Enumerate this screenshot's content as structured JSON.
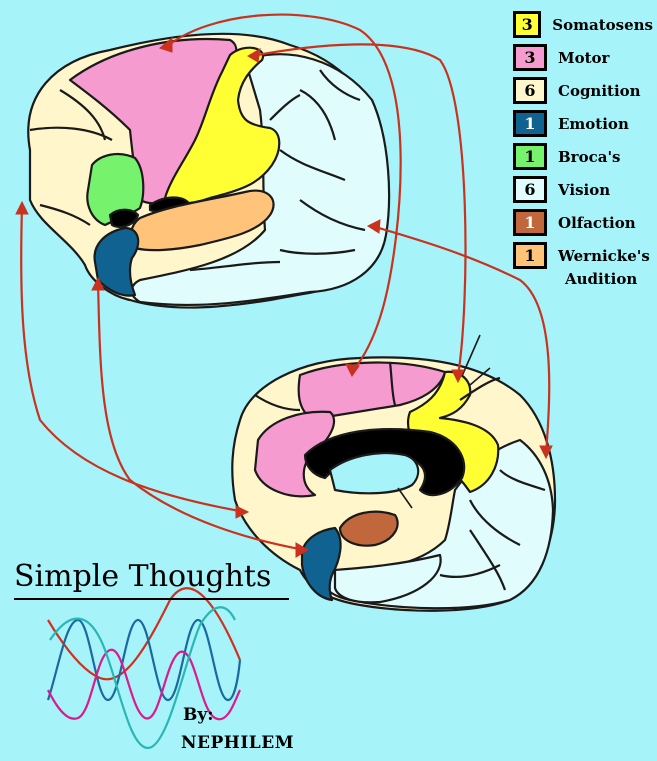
{
  "legend": [
    {
      "count": "3",
      "label": "Somatosens",
      "color": "#ffff33",
      "count_color": "#000000"
    },
    {
      "count": "3",
      "label": "Motor",
      "color": "#f59bd0",
      "count_color": "#000000"
    },
    {
      "count": "6",
      "label": "Cognition",
      "color": "#fff6cc",
      "count_color": "#000000"
    },
    {
      "count": "1",
      "label": "Emotion",
      "color": "#106290",
      "count_color": "#ffffff"
    },
    {
      "count": "1",
      "label": "Broca's",
      "color": "#76f26c",
      "count_color": "#000000"
    },
    {
      "count": "6",
      "label": "Vision",
      "color": "#e0fcfc",
      "count_color": "#000000"
    },
    {
      "count": "1",
      "label": "Olfaction",
      "color": "#c0683c",
      "count_color": "#ffffff"
    },
    {
      "count": "1",
      "label": "Wernicke's",
      "color": "#ffc47a",
      "count_color": "#000000"
    }
  ],
  "legend_extra": "Audition",
  "title": "Simple Thoughts",
  "byline": "By:",
  "author": "NEPHILEM",
  "colors": {
    "background": "#a6f3fa",
    "arrow": "#c8321e",
    "outline": "#1a1a1a"
  }
}
